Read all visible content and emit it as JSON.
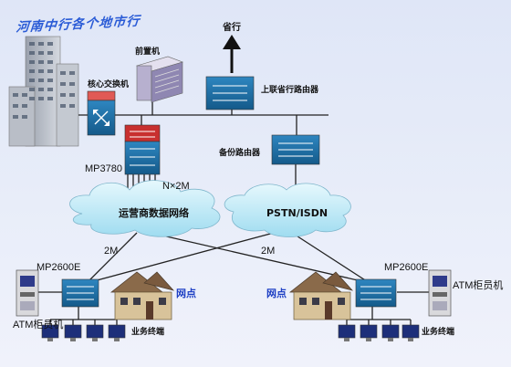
{
  "title": "河南中行各个地市行",
  "nodes": {
    "provincial": "省行",
    "frontend": "前置机",
    "core_switch": "核心交换机",
    "uplink_router": "上联省行路由器",
    "backup_router": "备份路由器",
    "mp3780": "MP3780",
    "nx2m": "N×2M",
    "carrier_network": "运营商数据网络",
    "pstn_isdn": "PSTN/ISDN",
    "link_2m_left": "2M",
    "link_2m_right": "2M",
    "mp2600e_left": "MP2600E",
    "mp2600e_right": "MP2600E",
    "branch_left": "网点",
    "branch_right": "网点",
    "atm_left": "ATM柜员机",
    "atm_right": "ATM柜员机",
    "terminal_left": "业务终端",
    "terminal_right": "业务终端"
  },
  "colors": {
    "background": "#e3e9f8",
    "device_blue": "#1e6fa6",
    "device_red": "#c8302f",
    "cloud": "#c4ecf8",
    "title": "#2a5bd6"
  }
}
